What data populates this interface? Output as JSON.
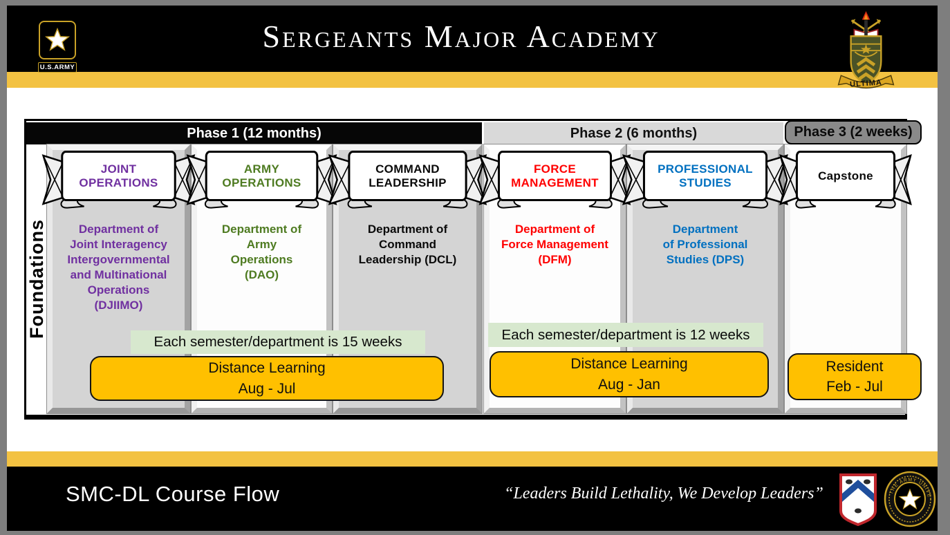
{
  "header": {
    "title": "Sergeants Major Academy",
    "army_logo_label": "U.S.ARMY",
    "crest_motto": "ULTIMA"
  },
  "phase_bar": {
    "phase1": "Phase 1 (12 months)",
    "phase2": "Phase 2 (6 months)",
    "phase3": "Phase 3 (2 weeks)"
  },
  "side_label": "Foundations",
  "columns": [
    {
      "banner": "JOINT\nOPERATIONS",
      "department": "Department of\nJoint Interagency\nIntergovernmental\nand Multinational\nOperations\n(DJIIMO)",
      "color": "#7030A0"
    },
    {
      "banner": "ARMY\nOPERATIONS",
      "department": "Department of\nArmy\nOperations\n(DAO)",
      "color": "#4E7B21"
    },
    {
      "banner": "COMMAND\nLEADERSHIP",
      "department": "Department of\nCommand\nLeadership (DCL)",
      "color": "#000000"
    },
    {
      "banner": "FORCE\nMANAGEMENT",
      "department": "Department of\nForce Management\n(DFM)",
      "color": "#FF0000"
    },
    {
      "banner": "PROFESSIONAL\nSTUDIES",
      "department": "Department\nof Professional\nStudies (DPS)",
      "color": "#0070C0"
    },
    {
      "banner": "Capstone",
      "department": "",
      "color": "#000000"
    }
  ],
  "notes": {
    "phase1": "Each semester/department is 15 weeks",
    "phase2": "Each semester/department is 12 weeks"
  },
  "schedule": {
    "phase1": "Distance Learning\nAug - Jul",
    "phase2": "Distance Learning\nAug - Jan",
    "phase3": "Resident\nFeb - Jul"
  },
  "footer": {
    "title": "SMC-DL Course Flow",
    "quote": "“Leaders Build Lethality, We Develop Leaders”",
    "seal_text": "THE ARMY UNIVERSITY"
  },
  "colors": {
    "accent_gold": "#F3C242",
    "schedule_orange": "#FFC000",
    "note_green": "#D7E8CE",
    "phase2_gray": "#D9D9D9",
    "phase3_gray": "#8A8A8A"
  }
}
